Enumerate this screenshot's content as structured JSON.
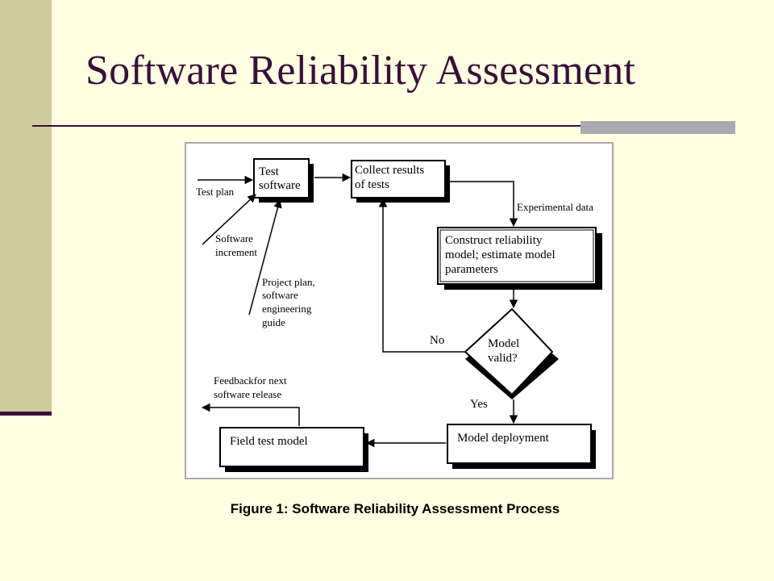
{
  "slide": {
    "title": "Software Reliability Assessment",
    "caption": "Figure 1: Software Reliability Assessment Process"
  },
  "theme": {
    "background": "#FFFFE1",
    "sidebar": "#CFCC9C",
    "accent": "#3A0F3C",
    "rule_accent": "#A9A9B1"
  },
  "diagram": {
    "nodes": {
      "test_software": [
        "Test",
        "software"
      ],
      "collect_results": [
        "Collect results",
        "of tests"
      ],
      "construct_model": [
        "Construct reliability",
        "model; estimate model",
        "parameters"
      ],
      "model_valid": [
        "Model",
        "valid?"
      ],
      "model_deployment": [
        "Model deployment"
      ],
      "field_test": [
        "Field test model"
      ]
    },
    "labels": {
      "test_plan": "Test plan",
      "software_increment": [
        "Software",
        "increment"
      ],
      "project_plan": [
        "Project plan,",
        "software",
        "engineering",
        "guide"
      ],
      "experimental_data": "Experimental data",
      "no": "No",
      "yes": "Yes",
      "feedback": [
        "Feedbackfor next",
        "software release"
      ]
    }
  }
}
